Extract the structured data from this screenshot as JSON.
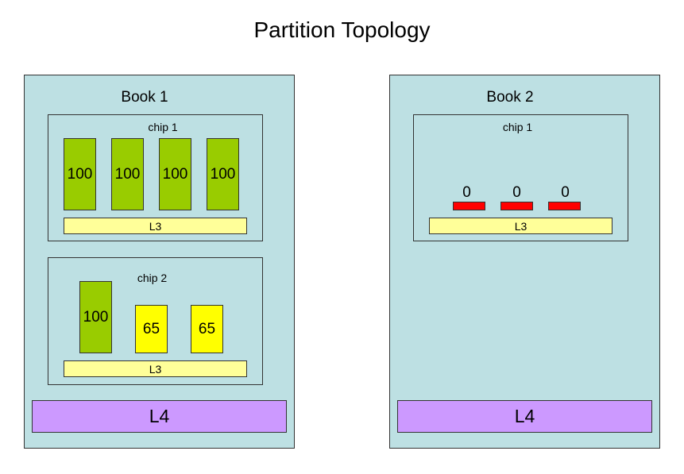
{
  "title": "Partition Topology",
  "colors": {
    "book_bg": "#bde0e3",
    "core_green": "#99cc00",
    "core_yellow": "#ffff00",
    "core_red": "#ff0000",
    "l3": "#ffff99",
    "l4": "#cc99ff"
  },
  "books": [
    {
      "label": "Book 1",
      "chips": [
        {
          "label": "chip 1",
          "cores": [
            "100",
            "100",
            "100",
            "100"
          ],
          "l3": "L3"
        },
        {
          "label": "chip 2",
          "cores": [
            "100",
            "65",
            "65"
          ],
          "l3": "L3"
        }
      ],
      "l4": "L4"
    },
    {
      "label": "Book 2",
      "chips": [
        {
          "label": "chip 1",
          "cores": [
            "0",
            "0",
            "0"
          ],
          "l3": "L3"
        }
      ],
      "l4": "L4"
    }
  ]
}
